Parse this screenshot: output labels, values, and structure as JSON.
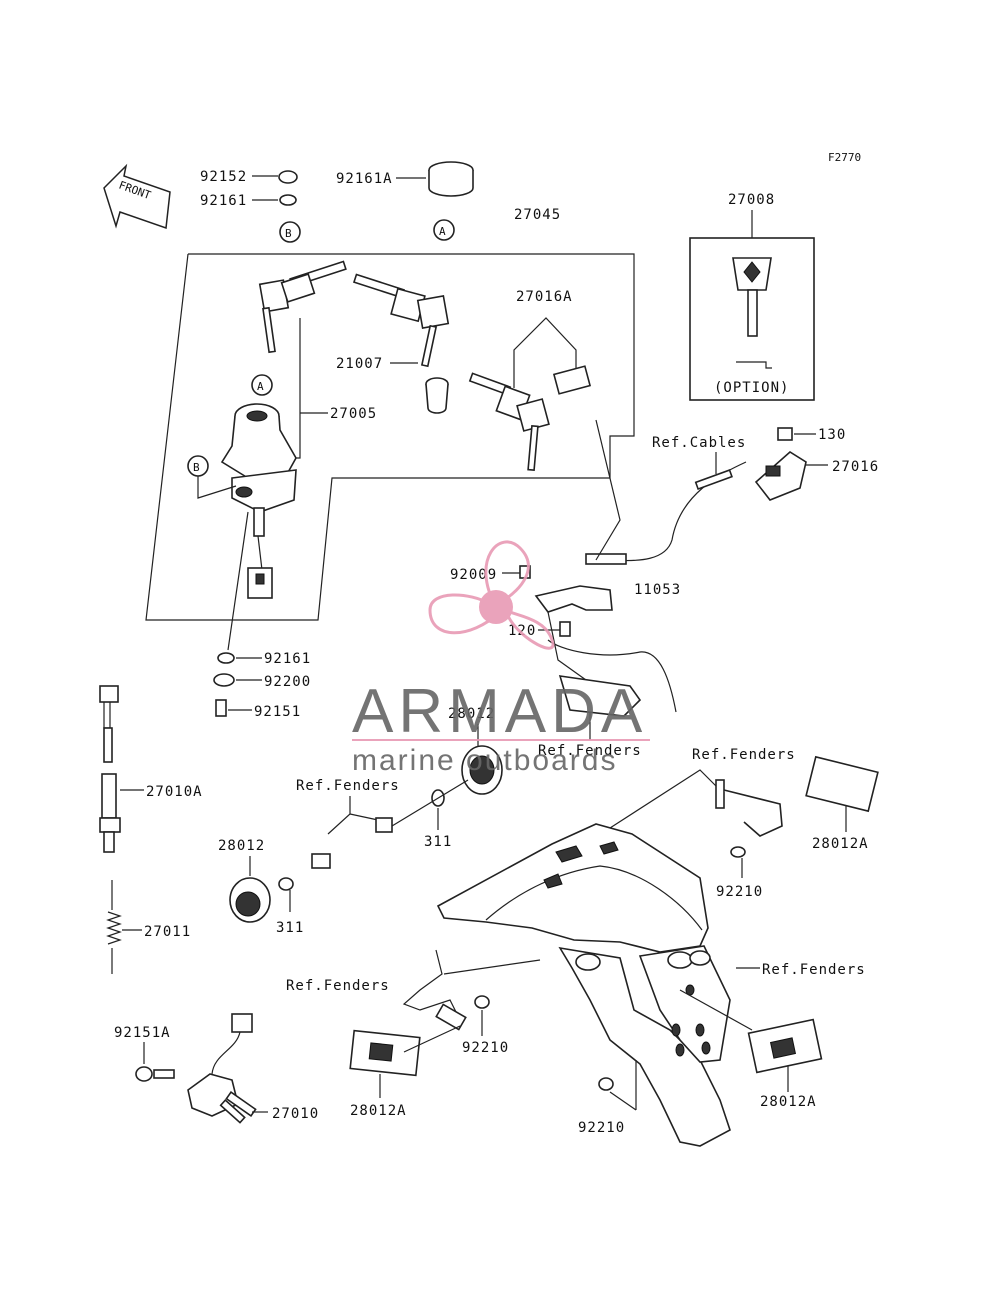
{
  "figure_code": "F2770",
  "front_arrow_label": "FRONT",
  "option_label": "(OPTION)",
  "circle_labels": {
    "a": "A",
    "b": "B"
  },
  "watermark": {
    "brand": "ARMADA",
    "tagline": "marine outboards",
    "logo": "propeller-logo"
  },
  "colors": {
    "watermark_pink": "#e89ab4",
    "watermark_gray": "#666666",
    "line": "#222222"
  },
  "parts": {
    "p92152": "92152",
    "p92161_top": "92161",
    "p92161A": "92161A",
    "p27045": "27045",
    "p27008": "27008",
    "p27016A": "27016A",
    "p21007": "21007",
    "p27005": "27005",
    "p130": "130",
    "p27016": "27016",
    "ref_cables": "Ref.Cables",
    "p92009": "92009",
    "p11053": "11053",
    "p120": "120",
    "p92161_mid": "92161",
    "p92200": "92200",
    "p92151": "92151",
    "p28012_top": "28012",
    "ref_fenders_1": "Ref.Fenders",
    "ref_fenders_2": "Ref.Fenders",
    "p27010A": "27010A",
    "ref_fenders_3": "Ref.Fenders",
    "p311_a": "311",
    "p28012A_right": "28012A",
    "p28012_left": "28012",
    "p311_b": "311",
    "p92210_right": "92210",
    "p27011": "27011",
    "ref_fenders_4": "Ref.Fenders",
    "ref_fenders_5": "Ref.Fenders",
    "p92151A": "92151A",
    "p92210_mid": "92210",
    "p27010": "27010",
    "p28012A_bl": "28012A",
    "p28012A_br": "28012A",
    "p92210_bottom": "92210"
  }
}
